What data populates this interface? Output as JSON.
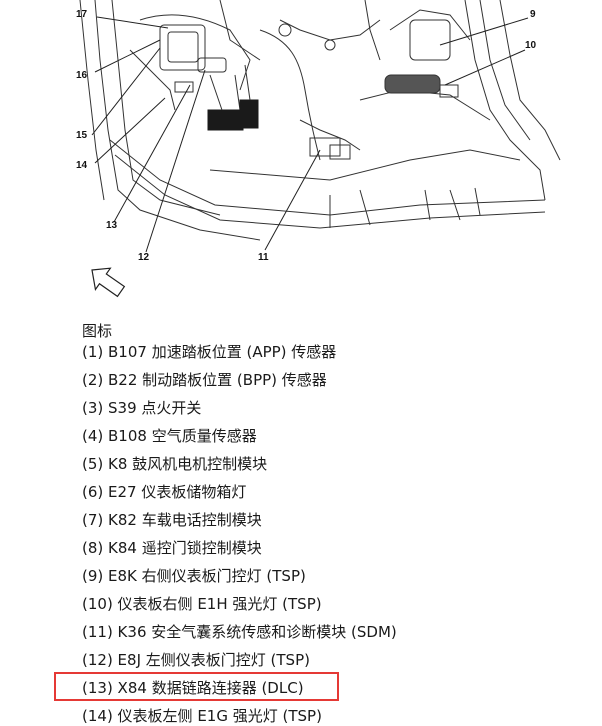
{
  "diagram": {
    "callouts": [
      {
        "id": "17",
        "label": "17"
      },
      {
        "id": "16",
        "label": "16"
      },
      {
        "id": "15",
        "label": "15"
      },
      {
        "id": "14",
        "label": "14"
      },
      {
        "id": "13",
        "label": "13"
      },
      {
        "id": "12",
        "label": "12"
      },
      {
        "id": "11",
        "label": "11"
      },
      {
        "id": "10",
        "label": "10"
      },
      {
        "id": "9",
        "label": "9"
      }
    ]
  },
  "legend": {
    "title": "图标",
    "items": [
      {
        "text": "(1) B107 加速踏板位置 (APP) 传感器"
      },
      {
        "text": "(2) B22 制动踏板位置 (BPP) 传感器"
      },
      {
        "text": "(3) S39 点火开关"
      },
      {
        "text": "(4) B108 空气质量传感器"
      },
      {
        "text": "(5) K8 鼓风机电机控制模块"
      },
      {
        "text": "(6) E27 仪表板储物箱灯"
      },
      {
        "text": "(7) K82 车载电话控制模块"
      },
      {
        "text": "(8) K84 遥控门锁控制模块"
      },
      {
        "text": "(9) E8K 右侧仪表板门控灯 (TSP)"
      },
      {
        "text": "(10) 仪表板右侧 E1H 强光灯 (TSP)"
      },
      {
        "text": "(11) K36 安全气囊系统传感和诊断模块 (SDM)"
      },
      {
        "text": "(12) E8J 左侧仪表板门控灯 (TSP)"
      },
      {
        "text": "(13) X84 数据链路连接器 (DLC)"
      },
      {
        "text": "(14) 仪表板左侧 E1G 强光灯 (TSP)"
      }
    ],
    "highlighted_index": 12,
    "highlight_color": "#e53935"
  }
}
